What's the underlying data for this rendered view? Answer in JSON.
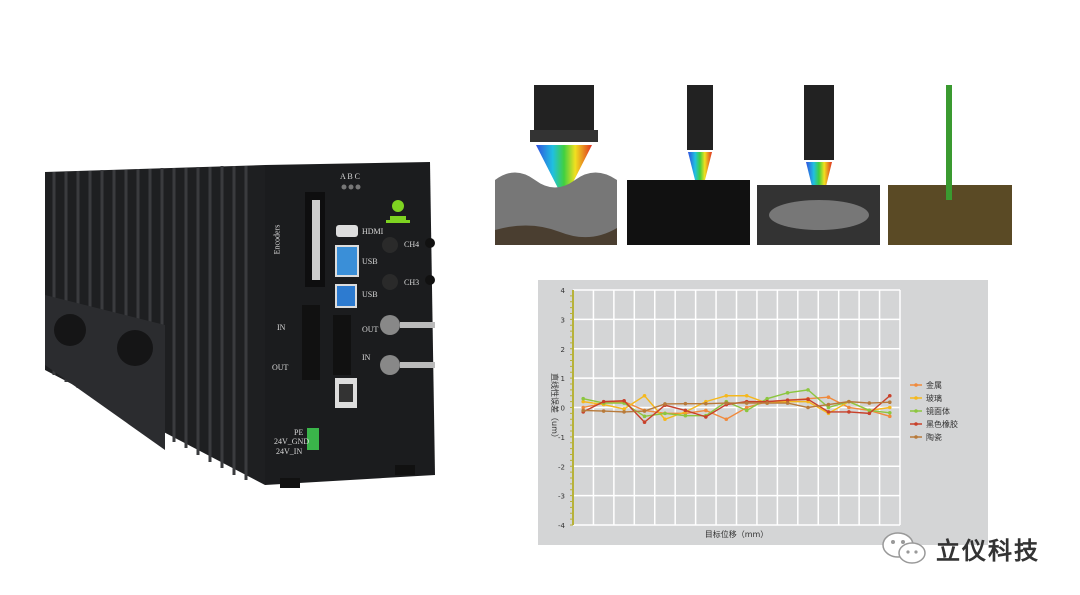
{
  "device": {
    "leds_label": "A B C",
    "encoders": "Encoders",
    "hdmi": "HDMI",
    "usb1": "USB",
    "usb2": "USB",
    "ch4": "CH4",
    "ch3": "CH3",
    "out_bnc": "OUT",
    "in_bnc": "IN",
    "in_io": "IN",
    "out_io": "OUT",
    "pe": "PE",
    "gnd": "24V_GND",
    "vin": "24V_IN"
  },
  "brand": {
    "name": "立仪科技"
  },
  "chart_data": {
    "type": "line",
    "title": "",
    "xlabel": "目标位移（mm）",
    "ylabel": "直线性误差（um）",
    "ylim": [
      -4,
      4
    ],
    "yticks": [
      "4",
      "3",
      "2",
      "1",
      "0",
      "-1",
      "-2",
      "-3",
      "-4"
    ],
    "grid": true,
    "legend": "right",
    "x": [
      1,
      2,
      3,
      4,
      5,
      6,
      7,
      8,
      9,
      10,
      11,
      12,
      13,
      14,
      15,
      16
    ],
    "series": [
      {
        "name": "金属",
        "color": "#f08a3c",
        "values": [
          0.0,
          0.15,
          0.2,
          -0.1,
          -0.2,
          -0.2,
          -0.1,
          -0.4,
          0.0,
          0.2,
          0.25,
          0.3,
          0.35,
          0.0,
          -0.1,
          -0.3
        ]
      },
      {
        "name": "玻璃",
        "color": "#f5b81c",
        "values": [
          0.2,
          0.1,
          -0.05,
          0.4,
          -0.4,
          -0.15,
          0.2,
          0.4,
          0.4,
          0.15,
          0.2,
          0.2,
          -0.2,
          0.2,
          -0.1,
          0.0
        ]
      },
      {
        "name": "镜面体",
        "color": "#8cc63f",
        "values": [
          0.3,
          0.15,
          0.15,
          -0.3,
          -0.2,
          -0.28,
          -0.28,
          0.2,
          -0.1,
          0.3,
          0.5,
          0.6,
          0.0,
          0.2,
          -0.1,
          -0.18
        ]
      },
      {
        "name": "黑色橡胶",
        "color": "#c8402a",
        "values": [
          -0.15,
          0.2,
          0.23,
          -0.5,
          0.08,
          -0.1,
          -0.32,
          0.1,
          0.2,
          0.2,
          0.25,
          0.28,
          -0.15,
          -0.15,
          -0.2,
          0.4
        ]
      },
      {
        "name": "陶瓷",
        "color": "#b87a3a",
        "values": [
          -0.1,
          -0.12,
          -0.15,
          -0.12,
          0.12,
          0.13,
          0.13,
          0.15,
          0.15,
          0.15,
          0.15,
          0.0,
          0.1,
          0.2,
          0.15,
          0.18
        ]
      }
    ]
  }
}
